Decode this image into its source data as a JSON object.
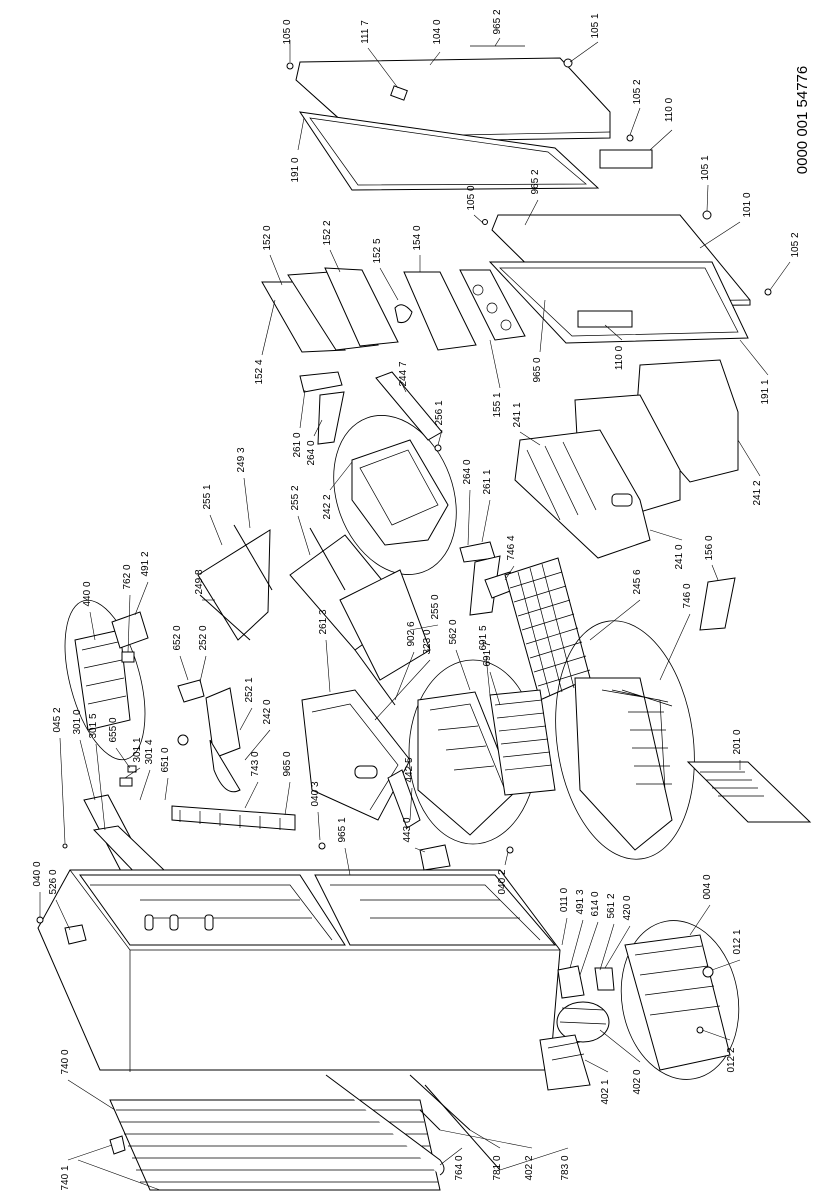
{
  "document_number": "0000 001 54776",
  "labels": [
    "105 0",
    "111 7",
    "104 0",
    "965 2",
    "105 1",
    "105 2",
    "110 0",
    "191 0",
    "105 1",
    "101 0",
    "105 2",
    "965 2",
    "105 0",
    "152 0",
    "152 2",
    "152 5",
    "154 0",
    "965 0",
    "110 0",
    "191 1",
    "155 1",
    "152 4",
    "261 0",
    "264 0",
    "244 7",
    "256 1",
    "241 1",
    "241 2",
    "241 0",
    "156 0",
    "249 3",
    "242 2",
    "255 1",
    "255 2",
    "249 8",
    "264 0",
    "261 1",
    "746 4",
    "245 6",
    "746 0",
    "255 0",
    "562 0",
    "691 5",
    "691 7",
    "902 6",
    "323 0",
    "261 3",
    "252 0",
    "652 0",
    "252 1",
    "242 0",
    "440 0",
    "762 0",
    "491 2",
    "045 2",
    "301 0",
    "301 5",
    "655 0",
    "301 1",
    "301 4",
    "651 0",
    "965 0",
    "743 0",
    "040 3",
    "965 1",
    "442 5",
    "443 0",
    "040 2",
    "201 0",
    "040 0",
    "526 0",
    "011 0",
    "491 3",
    "614 0",
    "561 2",
    "420 0",
    "004 0",
    "012 1",
    "012 2",
    "402 0",
    "402 1",
    "740 0",
    "740 1",
    "764 0",
    "781 0",
    "402 2",
    "783 0"
  ]
}
